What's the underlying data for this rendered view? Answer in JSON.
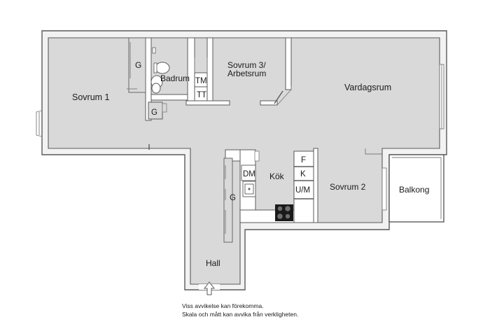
{
  "rooms": {
    "sovrum1": "Sovrum 1",
    "g_sovrum1": "G",
    "badrum": "Badrum",
    "g_bath": "G",
    "tm": "TM",
    "tt": "TT",
    "sovrum3_line1": "Sovrum 3/",
    "sovrum3_line2": "Arbetsrum",
    "vardagsrum": "Vardagsrum",
    "dm": "DM",
    "kok": "Kök",
    "f": "F",
    "k": "K",
    "um": "U/M",
    "sovrum2": "Sovrum 2",
    "balkong": "Balkong",
    "g_hall": "G",
    "hall": "Hall"
  },
  "disclaimer": {
    "line1": "Viss avvikelse kan förekomma.",
    "line2": "Skala och mått kan avvika från verkligheten."
  },
  "colors": {
    "floor": "#d9d9d9",
    "walls": "#5a5a5a",
    "background": "#ffffff"
  }
}
